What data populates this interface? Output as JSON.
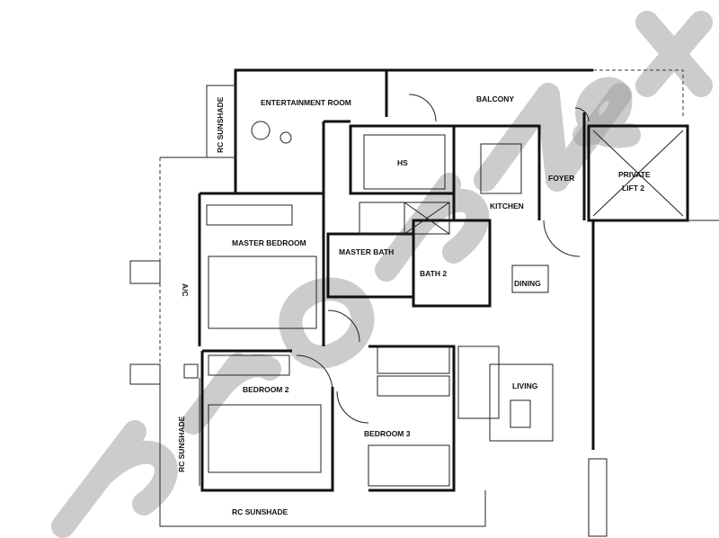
{
  "plan": {
    "rooms": {
      "entertainment": "ENTERTAINMENT ROOM",
      "balcony": "BALCONY",
      "hs": "HS",
      "kitchen": "KITCHEN",
      "foyer": "FOYER",
      "lift_line1": "PRIVATE",
      "lift_line2": "LIFT 2",
      "master_bedroom": "MASTER BEDROOM",
      "master_bath": "MASTER BATH",
      "bath2": "BATH 2",
      "dining": "DINING",
      "ac": "A/C",
      "bedroom2": "BEDROOM 2",
      "bedroom3": "BEDROOM 3",
      "living": "LIVING",
      "sunshade_top": "RC SUNSHADE",
      "sunshade_left": "RC SUNSHADE",
      "sunshade_bottom": "RC SUNSHADE"
    },
    "watermark": "PropNex"
  }
}
